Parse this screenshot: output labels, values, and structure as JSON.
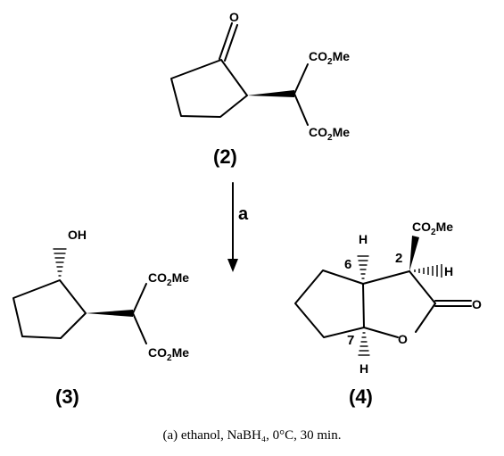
{
  "compound_2": {
    "label": "(2)",
    "ketone_oxygen": "O",
    "ester_top": {
      "prefix": "CO",
      "sub": "2",
      "suffix": "Me"
    },
    "ester_bottom": {
      "prefix": "CO",
      "sub": "2",
      "suffix": "Me"
    }
  },
  "reaction": {
    "reagent_label": "a"
  },
  "compound_3": {
    "label": "(3)",
    "hydroxyl": "OH",
    "ester_top": {
      "prefix": "CO",
      "sub": "2",
      "suffix": "Me"
    },
    "ester_bottom": {
      "prefix": "CO",
      "sub": "2",
      "suffix": "Me"
    }
  },
  "compound_4": {
    "label": "(4)",
    "ester": {
      "prefix": "CO",
      "sub": "2",
      "suffix": "Me"
    },
    "h_top": "H",
    "h_bottom": "H",
    "h_c2": "H",
    "pos_6": "6",
    "pos_2": "2",
    "pos_7": "7",
    "ring_oxygen": "O",
    "carbonyl_oxygen": "O"
  },
  "caption": "(a) ethanol, NaBH₄, 0°C, 30 min."
}
